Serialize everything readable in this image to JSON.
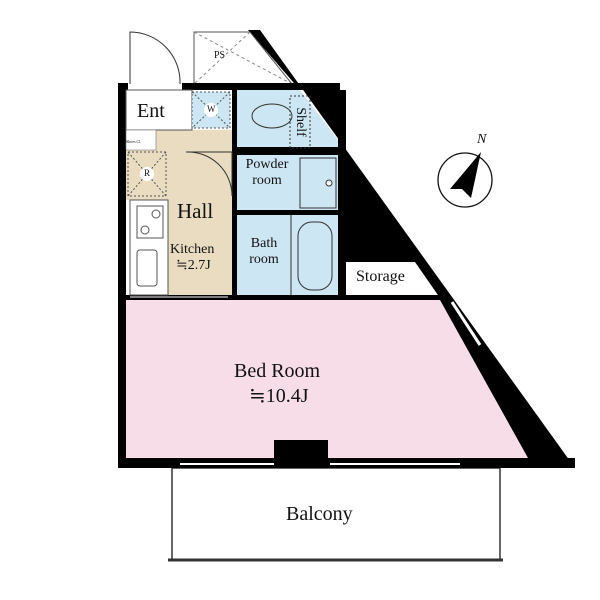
{
  "rooms": {
    "ps": "PS",
    "ent": "Ent",
    "w": "W",
    "shelf": "Shelf",
    "shoes": "Shoes Cl.",
    "r": "R",
    "powder": "Powder room",
    "hall": "Hall",
    "kitchen": "Kitchen",
    "kitchen_size": "≒2.7J",
    "bath": "Bath room",
    "storage": "Storage",
    "bedroom": "Bed Room",
    "bedroom_size": "≒10.4J",
    "balcony": "Balcony"
  },
  "compass": {
    "label": "N"
  },
  "colors": {
    "wall": "#000000",
    "bedroom": "#f7dde8",
    "wet": "#cde6f3",
    "hall": "#e9dcc0"
  }
}
